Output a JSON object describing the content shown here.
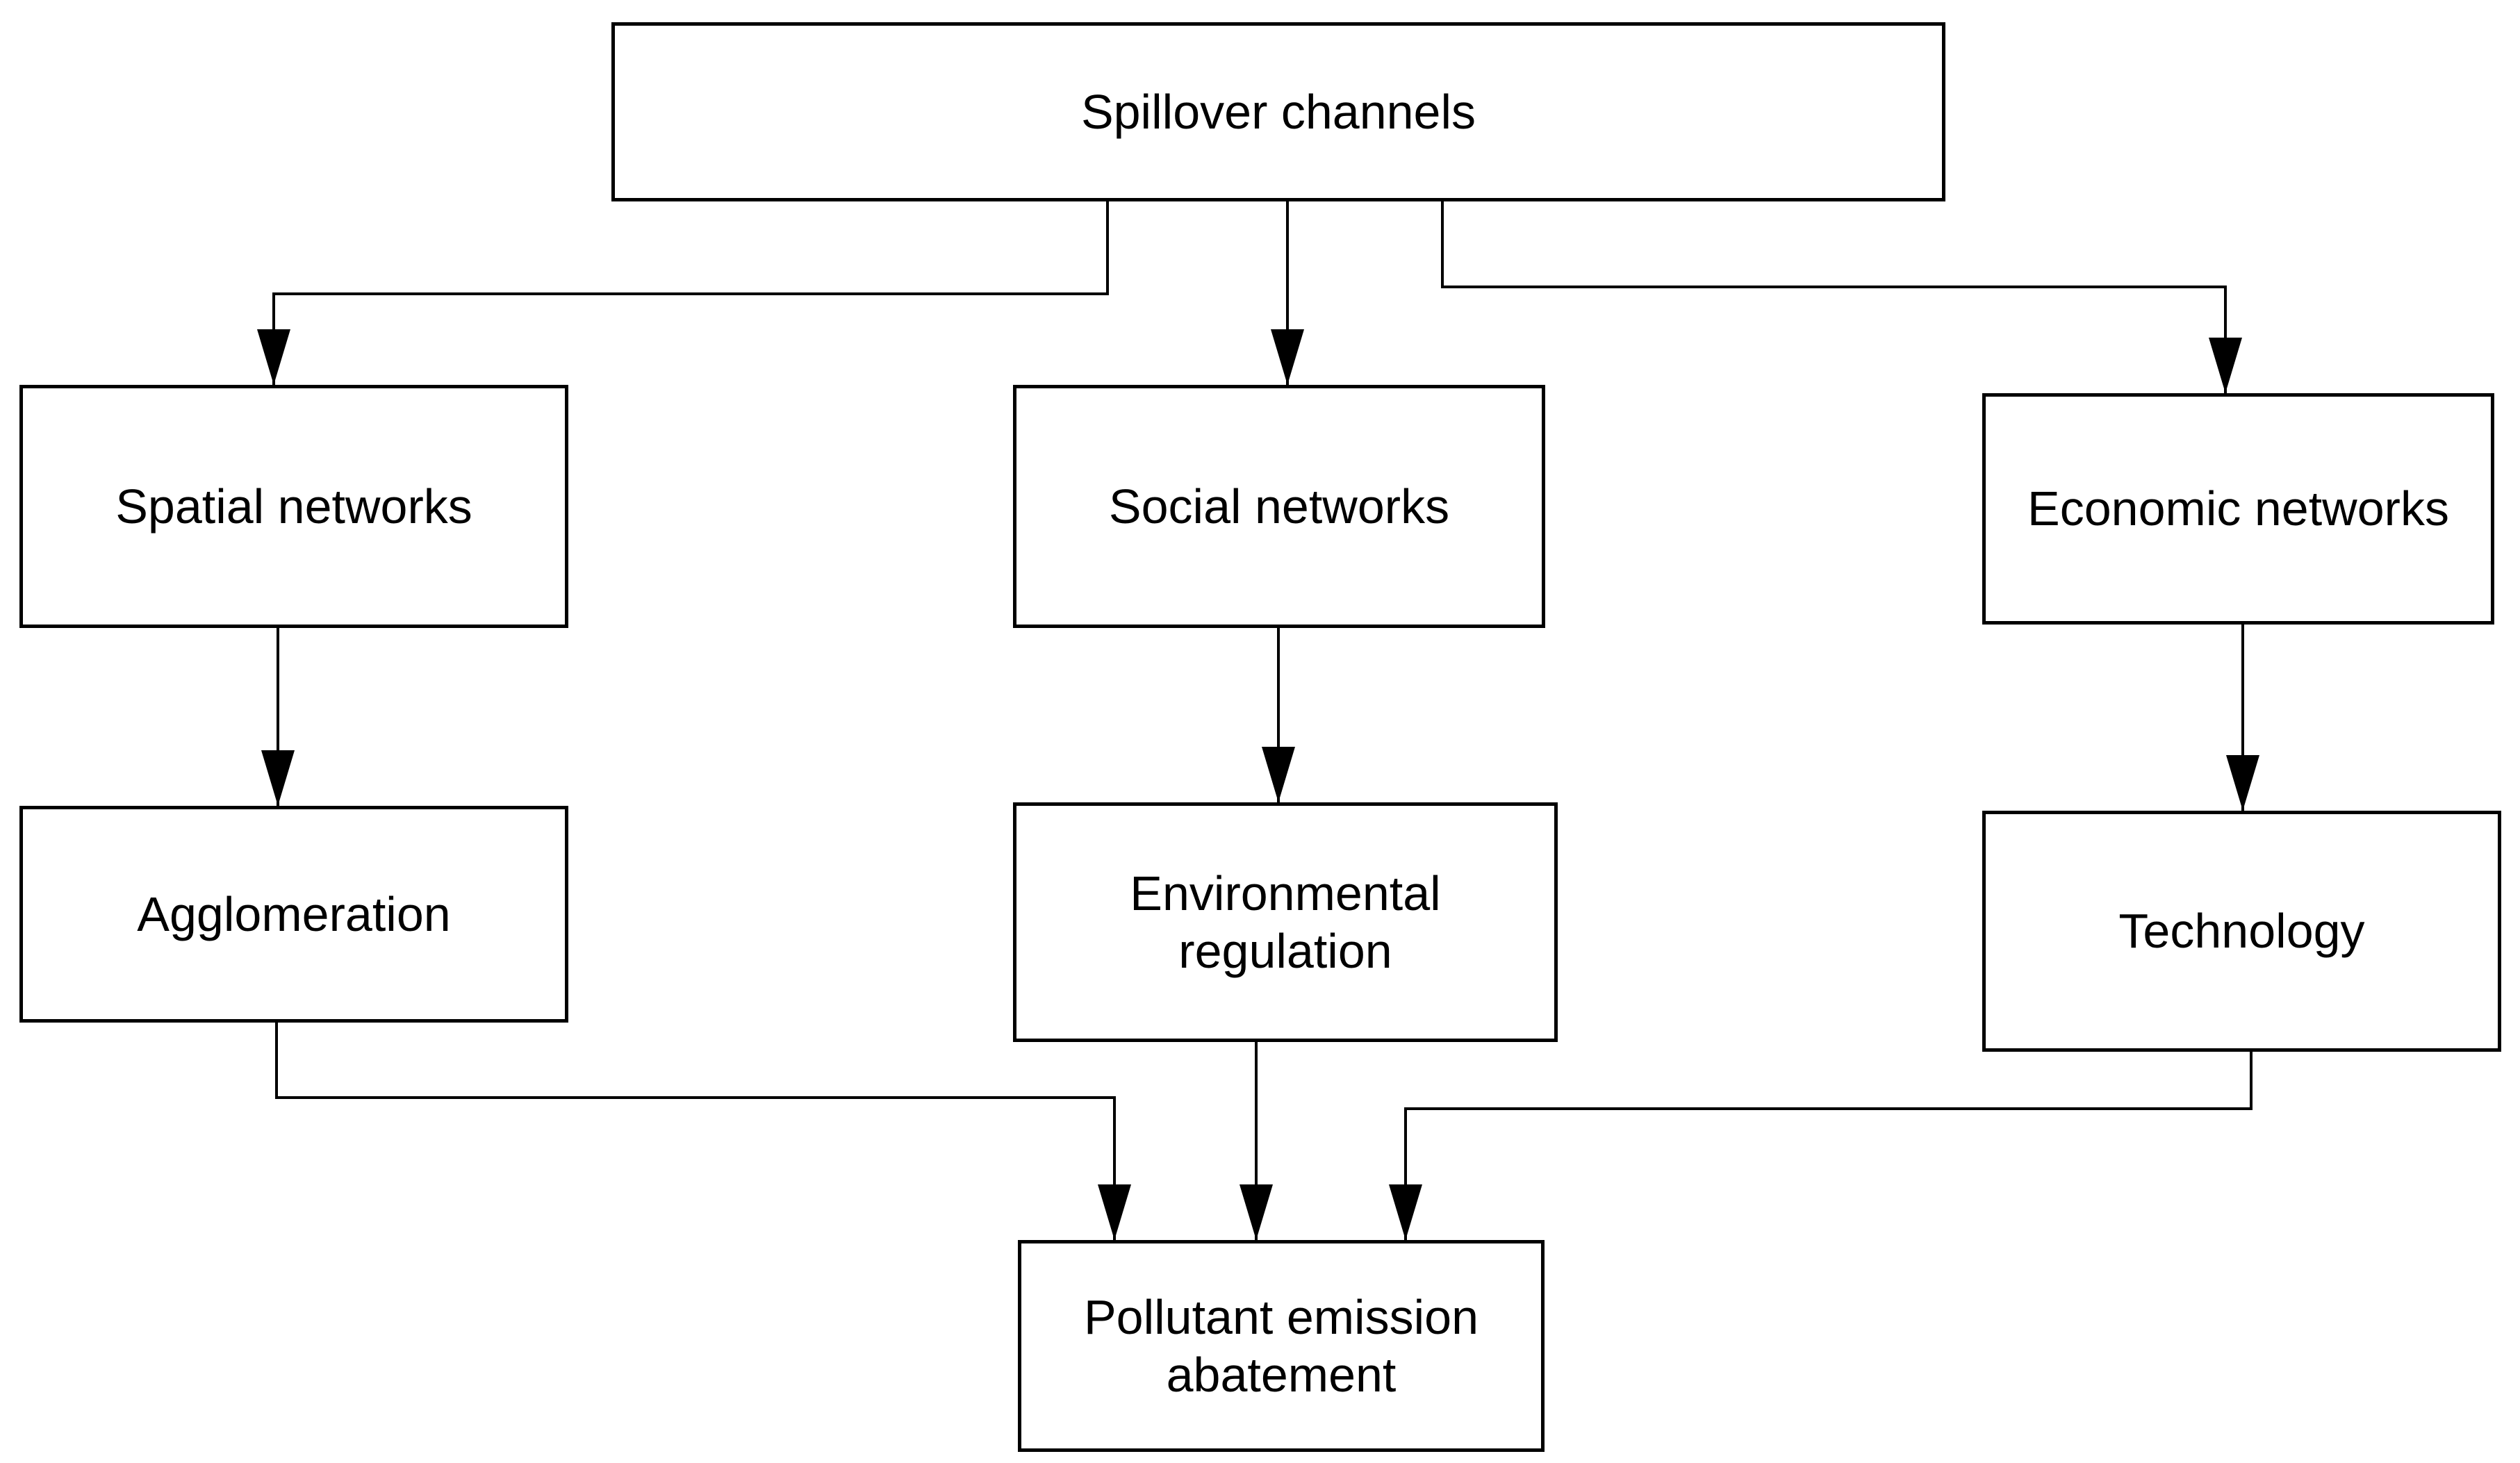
{
  "diagram": {
    "type": "flowchart",
    "background_color": "#ffffff",
    "line_color": "#000000",
    "text_color": "#000000",
    "nodes": {
      "spillover": {
        "label": "Spillover channels"
      },
      "spatial": {
        "label": "Spatial networks"
      },
      "social": {
        "label": "Social networks"
      },
      "economic": {
        "label": "Economic networks"
      },
      "agglomeration": {
        "label": "Agglomeration"
      },
      "envreg": {
        "label": "Environmental regulation"
      },
      "technology": {
        "label": "Technology"
      },
      "pollutant": {
        "label": "Pollutant emission abatement"
      }
    },
    "edges": [
      {
        "from": "Spillover channels",
        "to": "Spatial networks"
      },
      {
        "from": "Spillover channels",
        "to": "Social networks"
      },
      {
        "from": "Spillover channels",
        "to": "Economic networks"
      },
      {
        "from": "Spatial networks",
        "to": "Agglomeration"
      },
      {
        "from": "Social networks",
        "to": "Environmental regulation"
      },
      {
        "from": "Economic networks",
        "to": "Technology"
      },
      {
        "from": "Agglomeration",
        "to": "Pollutant emission abatement"
      },
      {
        "from": "Environmental regulation",
        "to": "Pollutant emission abatement"
      },
      {
        "from": "Technology",
        "to": "Pollutant emission abatement"
      }
    ]
  }
}
